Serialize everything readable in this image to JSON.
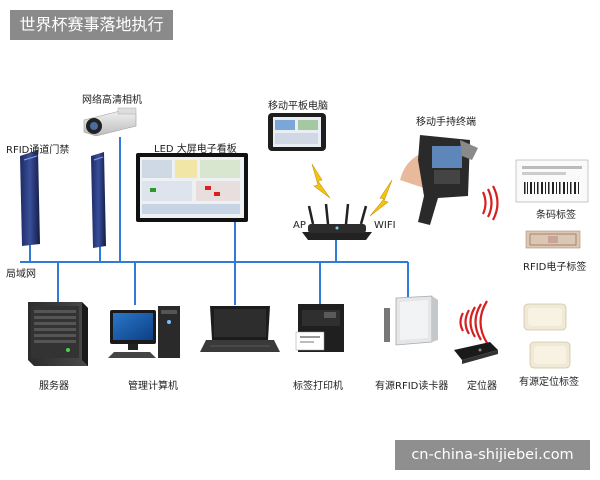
{
  "title": "世界杯赛事落地执行",
  "watermark": "cn-china-shijiebei.com",
  "labels": {
    "camera": "网络高清相机",
    "rfid_gate": "RFID通道门禁",
    "led_board": "LED 大屏电子看板",
    "tablet": "移动平板电脑",
    "handheld": "移动手持终端",
    "ap": "AP",
    "wifi": "WIFI",
    "barcode_tag": "条码标签",
    "rfid_tag": "RFID电子标签",
    "lan": "局域网",
    "server": "服务器",
    "management_pc": "管理计算机",
    "label_printer": "标签打印机",
    "active_reader": "有源RFID读卡器",
    "locator": "定位器",
    "active_locating_tag": "有源定位标签"
  },
  "colors": {
    "network_line": "#2f7bd6",
    "wifi_bolt": "#f3c317",
    "signal_arc": "#d61f1f",
    "title_bg": "#8a8a8a"
  }
}
